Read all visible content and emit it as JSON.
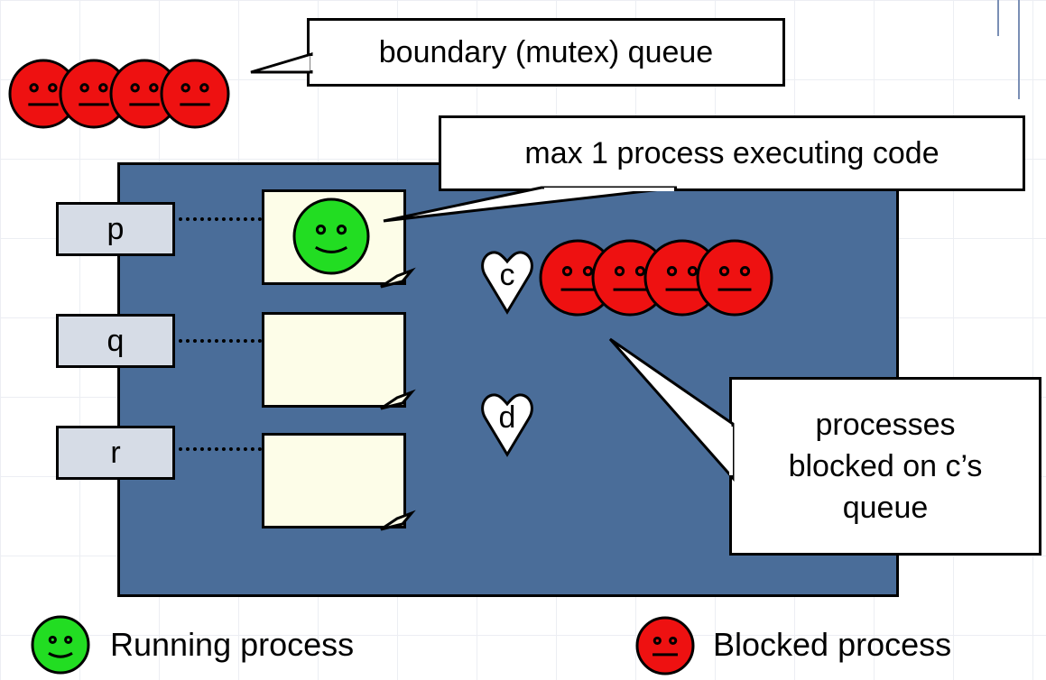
{
  "callouts": {
    "boundary": "boundary (mutex) queue",
    "max_one": "max 1 process executing code",
    "blocked_on_c": [
      "processes",
      "blocked on c’s",
      "queue"
    ]
  },
  "procedures": [
    {
      "name": "p",
      "running": true
    },
    {
      "name": "q",
      "running": false
    },
    {
      "name": "r",
      "running": false
    }
  ],
  "conditions": [
    "c",
    "d"
  ],
  "queues": {
    "boundary_blocked_count": 4,
    "c_blocked_count": 4
  },
  "legend": {
    "running": "Running process",
    "blocked": "Blocked process"
  },
  "colors": {
    "monitor": "#4a6d99",
    "running": "#22dd22",
    "blocked": "#ee1111",
    "proc_box": "#fdfde8",
    "label_box": "#d6dce6"
  }
}
